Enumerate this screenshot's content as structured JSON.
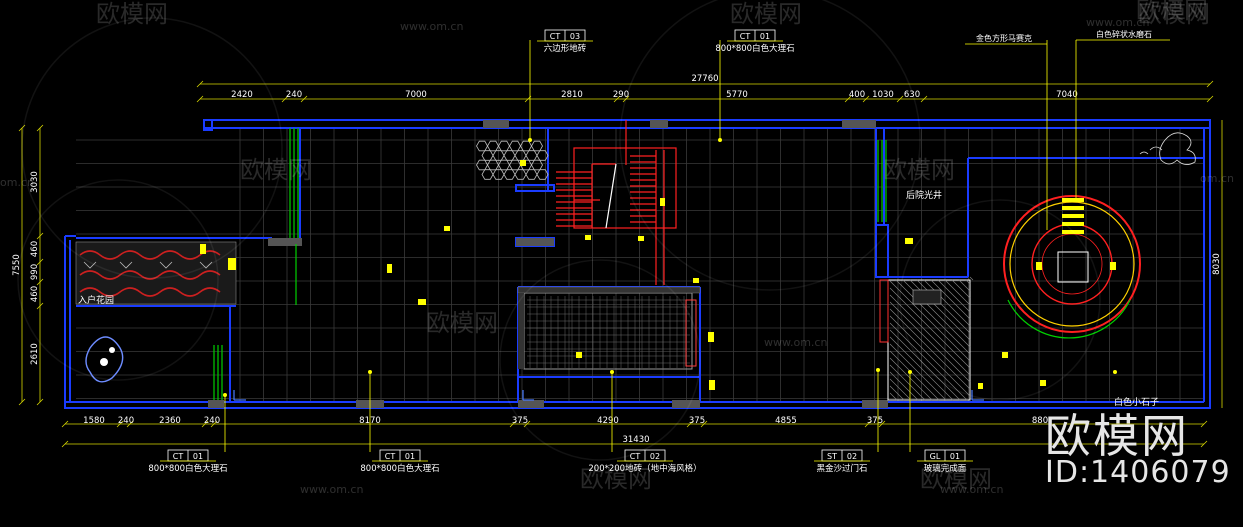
{
  "watermark": {
    "brand_cn": "欧模网",
    "url": "www.om.cn",
    "url_short": "om.cn",
    "id_text": "ID:1406079"
  },
  "dims_top": [
    "2420",
    "240",
    "7000",
    "2810",
    "290",
    "5770",
    "400",
    "1030",
    "630",
    "7040"
  ],
  "dim_total_top": "27760",
  "dims_bottom": [
    "1580",
    "240",
    "2360",
    "240",
    "8170",
    "375",
    "4290",
    "375",
    "4855",
    "375",
    "880"
  ],
  "dim_total_bottom": "31430",
  "dims_left": [
    "3030",
    "460",
    "990",
    "460",
    "2610"
  ],
  "dim_left_total": "7550",
  "dim_right_total": "8030",
  "callouts_top": [
    {
      "code": "CT",
      "num": "03",
      "desc": "六边形地砖"
    },
    {
      "code": "CT",
      "num": "01",
      "desc": "800*800白色大理石"
    }
  ],
  "callouts_top_right": [
    {
      "desc": "金色方形马赛克"
    },
    {
      "desc": "白色碎状水磨石"
    }
  ],
  "callouts_bottom": [
    {
      "code": "CT",
      "num": "01",
      "desc": "800*800白色大理石"
    },
    {
      "code": "CT",
      "num": "01",
      "desc": "800*800白色大理石"
    },
    {
      "code": "CT",
      "num": "02",
      "desc": "200*200地砖（地中海风格）"
    },
    {
      "code": "ST",
      "num": "02",
      "desc": "黑金沙过门石"
    },
    {
      "code": "GL",
      "num": "01",
      "desc": "玻璃完成面"
    }
  ],
  "labels": {
    "skylight": "后院光井",
    "entry": "入户花园",
    "small_stone": "白色小石子"
  },
  "colors": {
    "wall": "#1a3cff",
    "dim": "#d8d800",
    "grid": "#3a3a3a",
    "stair": "#ff2020",
    "text": "#ffffff",
    "green": "#00d000",
    "yellow": "#ffff00"
  }
}
